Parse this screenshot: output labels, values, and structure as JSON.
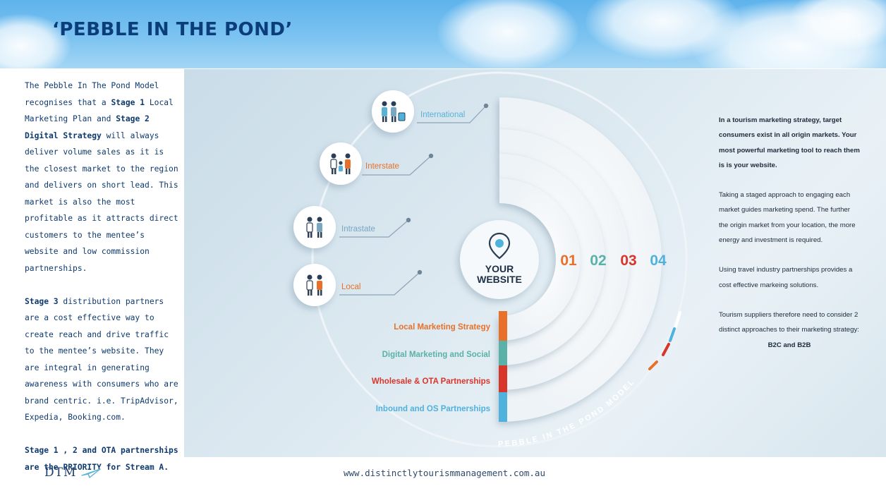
{
  "header": {
    "title": "‘PEBBLE IN THE POND’"
  },
  "left_text": {
    "p1": {
      "t1": "The Pebble In The Pond Model recognises that a ",
      "b1": "Stage 1",
      "t2": " Local Marketing Plan and ",
      "b2": "Stage 2 Digital Strategy",
      "t3": " will always deliver volume sales as it is the closest market to the region and delivers on short lead.  This market is also the most profitable as it attracts direct customers to the mentee’s website and low commission partnerships."
    },
    "p2": {
      "b1": "Stage 3",
      "t1": " distribution partners are a cost effective way to create reach and drive traffic to the mentee’s website.  They are integral in generating awareness with consumers who are brand centric. i.e. TripAdvisor, Expedia, Booking.com."
    },
    "p3": "Stage 1 , 2 and OTA partnerships are the PRIORITY for Stream A."
  },
  "diagram": {
    "center": {
      "line1": "YOUR",
      "line2": "WEBSITE"
    },
    "markets": [
      {
        "label": "International",
        "color": "#5ab3d6"
      },
      {
        "label": "Interstate",
        "color": "#e8702a"
      },
      {
        "label": "Intrastate",
        "color": "#7aa6c0"
      },
      {
        "label": "Local",
        "color": "#e8702a"
      }
    ],
    "numbers": [
      {
        "label": "01",
        "color": "#e8702a"
      },
      {
        "label": "02",
        "color": "#5ab1a8"
      },
      {
        "label": "03",
        "color": "#d9362b"
      },
      {
        "label": "04",
        "color": "#4fb2dc"
      }
    ],
    "strategies": [
      {
        "label": "Local Marketing Strategy",
        "color": "#e8702a"
      },
      {
        "label": "Digital Marketing and Social",
        "color": "#5ab1a8"
      },
      {
        "label": "Wholesale & OTA Partnerships",
        "color": "#d9362b"
      },
      {
        "label": "Inbound and OS Partnerships",
        "color": "#4fb2dc"
      }
    ],
    "arc_caption": "PEBBLE IN THE POND MODEL"
  },
  "right_text": {
    "b1": "In a tourism marketing strategy, target consumers exist in all origin markets. Your most powerful marketing tool to reach them is is your website.",
    "p2": "Taking a staged approach to engaging each market guides marketing spend. The further the origin market from your location, the more energy and investment is required.",
    "p3": "Using travel industry partnerships provides a cost effective markeing solutions.",
    "p4": "Tourism suppliers therefore need to consider 2 distinct approaches to their marketing strategy:",
    "p5": "B2C and B2B"
  },
  "footer": {
    "url": "www.distinctlytourismmanagement.com.au",
    "logo": "DTM"
  },
  "icons": [
    "international-travelers-icon",
    "interstate-family-icon",
    "intrastate-couple-icon",
    "local-couple-icon",
    "location-pin-icon",
    "paper-plane-icon"
  ]
}
